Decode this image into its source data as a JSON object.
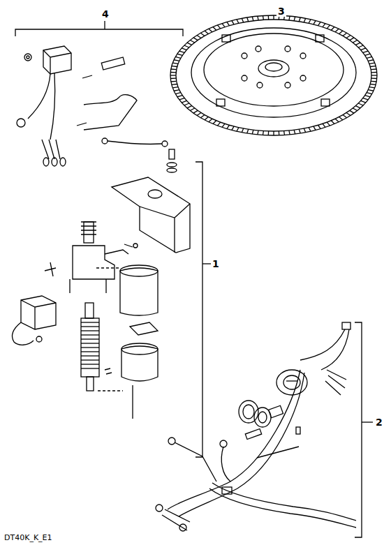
{
  "diagram": {
    "labels": [
      "4",
      "3",
      "1",
      "2",
      "DT40K_K_E1"
    ]
  }
}
